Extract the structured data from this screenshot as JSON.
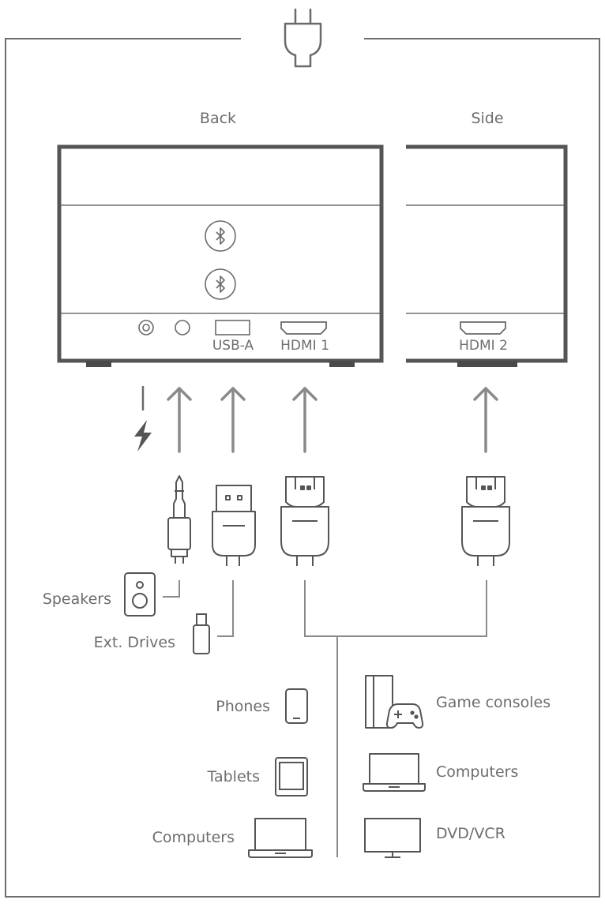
{
  "panels": {
    "back_title": "Back",
    "side_title": "Side"
  },
  "ports": {
    "usb": "USB-A",
    "hdmi1": "HDMI 1",
    "hdmi2": "HDMI 2"
  },
  "devices": {
    "speakers": "Speakers",
    "ext_drives": "Ext. Drives",
    "phones": "Phones",
    "tablets": "Tablets",
    "computers_left": "Computers",
    "game_consoles": "Game consoles",
    "computers_right": "Computers",
    "dvd_vcr": "DVD/VCR"
  },
  "colors": {
    "frame": "#6e6e6e",
    "device_border": "#555555",
    "arrow": "#8a8a8a",
    "text": "#6d6d6d",
    "dark_foot": "#4a4a4a"
  }
}
